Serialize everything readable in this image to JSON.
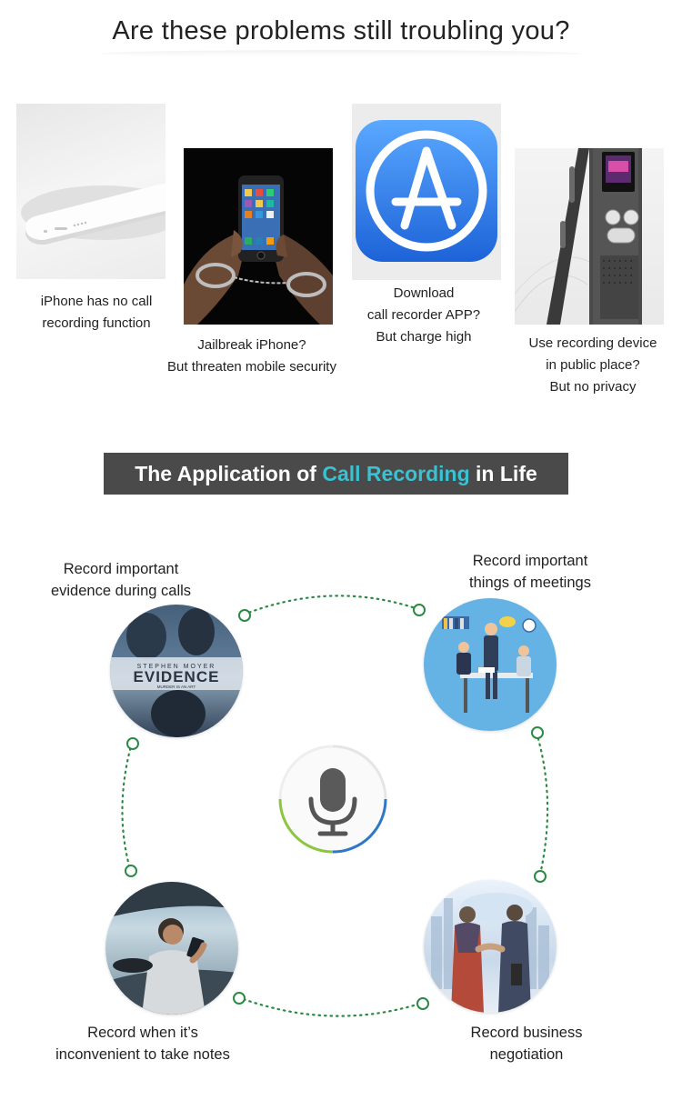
{
  "headline": "Are these problems still troubling you?",
  "problems": [
    {
      "lines": [
        "iPhone has no call",
        "recording function"
      ]
    },
    {
      "lines": [
        "Jailbreak iPhone?",
        "But threaten mobile security"
      ]
    },
    {
      "lines": [
        "Download",
        "call recorder APP?",
        "But charge high"
      ]
    },
    {
      "lines": [
        "Use recording device",
        "in public place?",
        "But no privacy"
      ]
    }
  ],
  "banner": {
    "prefix": "The Application of ",
    "accent": "Call Recording",
    "suffix": " in Life"
  },
  "applications": [
    {
      "lines": [
        "Record important",
        "evidence during calls"
      ],
      "poster_top": "STEPHEN MOYER",
      "poster_title": "EVIDENCE",
      "poster_tag": "MURDER IS AN ART"
    },
    {
      "lines": [
        "Record important",
        "things of meetings"
      ]
    },
    {
      "lines": [
        "Record when it’s",
        "inconvenient to take notes"
      ]
    },
    {
      "lines": [
        "Record business",
        "negotiation"
      ]
    }
  ],
  "colors": {
    "accent": "#3bc1d1",
    "banner_bg": "#4a4a4a",
    "connector": "#2a8a44",
    "appstore_blue": "#2f7ff0"
  },
  "icons": [
    "microphone-icon",
    "app-store-icon",
    "handcuffs-icon"
  ]
}
